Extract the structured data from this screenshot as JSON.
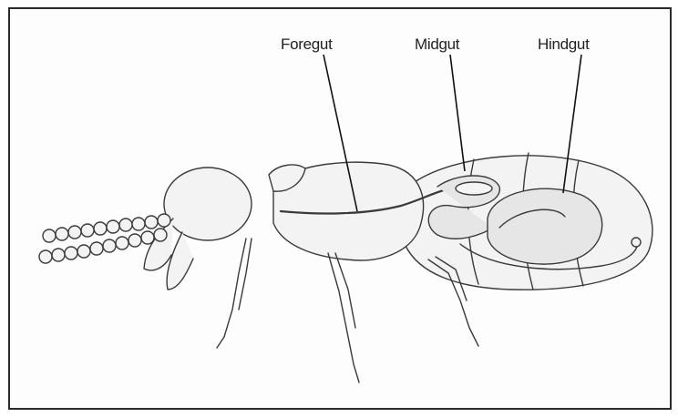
{
  "diagram": {
    "labels": {
      "foregut": "Foregut",
      "midgut": "Midgut",
      "hindgut": "Hindgut"
    }
  },
  "colors": {
    "line": "#3a3a3a",
    "fill": "#f4f4f4",
    "gut_fill": "#e6e6e6"
  }
}
